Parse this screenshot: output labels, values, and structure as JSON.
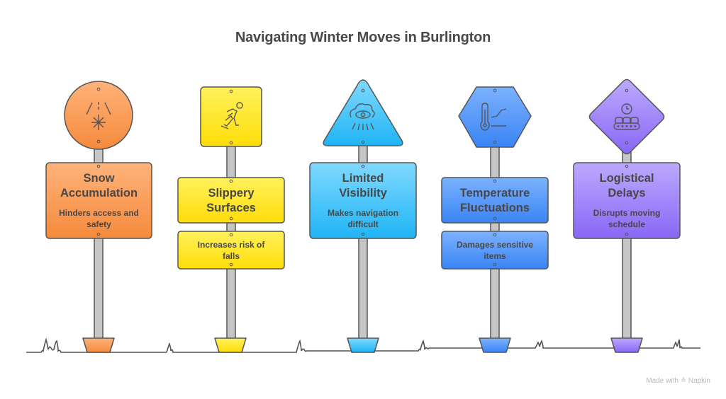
{
  "title": "Navigating Winter Moves in Burlington",
  "signs": [
    {
      "heading_line1": "Snow",
      "heading_line2": "Accumulation",
      "desc_line1": "Hinders access and",
      "desc_line2": "safety",
      "shape": "circle",
      "icon": "snowfall-icon",
      "color_top": "#ffb27a",
      "color_bottom": "#f58a3c"
    },
    {
      "heading_line1": "Slippery",
      "heading_line2": "Surfaces",
      "desc_line1": "Increases risk of",
      "desc_line2": "falls",
      "shape": "square",
      "icon": "slipping-person-icon",
      "color_top": "#fff15c",
      "color_bottom": "#ffde0a"
    },
    {
      "heading_line1": "Limited",
      "heading_line2": "Visibility",
      "desc_line1": "Makes navigation",
      "desc_line2": "difficult",
      "shape": "triangle",
      "icon": "cloud-eye-icon",
      "color_top": "#7dd8ff",
      "color_bottom": "#22b6f5"
    },
    {
      "heading_line1": "Temperature",
      "heading_line2": "Fluctuations",
      "desc_line1": "Damages sensitive",
      "desc_line2": "items",
      "shape": "hexagon",
      "icon": "thermometer-icon",
      "color_top": "#7ab0ff",
      "color_bottom": "#3d86f5"
    },
    {
      "heading_line1": "Logistical",
      "heading_line2": "Delays",
      "desc_line1": "Disrupts moving",
      "desc_line2": "schedule",
      "shape": "diamond",
      "icon": "clock-conveyor-icon",
      "color_top": "#bba8ff",
      "color_bottom": "#8a6bf5"
    }
  ],
  "footer": {
    "made_with": "Made with",
    "brand": "Napkin"
  }
}
